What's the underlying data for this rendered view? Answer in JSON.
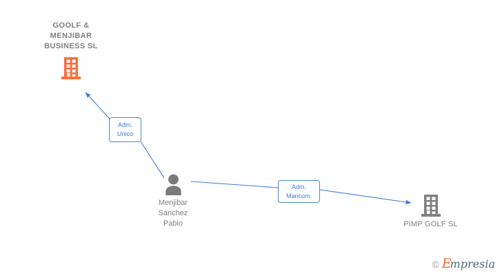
{
  "diagram": {
    "type": "relationship-graph",
    "background_color": "#ffffff",
    "edge_color": "#3b7dd8",
    "nodes": [
      {
        "id": "company-main",
        "kind": "company",
        "icon": "building-icon",
        "color": "#f96e3c",
        "label": "GOOLF &\nMENJIBAR\nBUSINESS SL"
      },
      {
        "id": "person",
        "kind": "person",
        "icon": "person-icon",
        "color": "#808080",
        "label": "Menjibar\nSanchez\nPablo"
      },
      {
        "id": "company-right",
        "kind": "company",
        "icon": "building-icon",
        "color": "#808080",
        "label": "PIMP GOLF SL"
      }
    ],
    "edges": [
      {
        "id": "edge-adm-unico",
        "from": "person",
        "to": "company-main",
        "label": "Adm.\nUnico",
        "arrow": "end"
      },
      {
        "id": "edge-adm-mancom",
        "from": "person",
        "to": "company-right",
        "label": "Adm.\nMancom.",
        "arrow": "end"
      }
    ]
  },
  "watermark": {
    "copyright": "©",
    "brand_initial": "E",
    "brand_rest": "mpresia"
  }
}
